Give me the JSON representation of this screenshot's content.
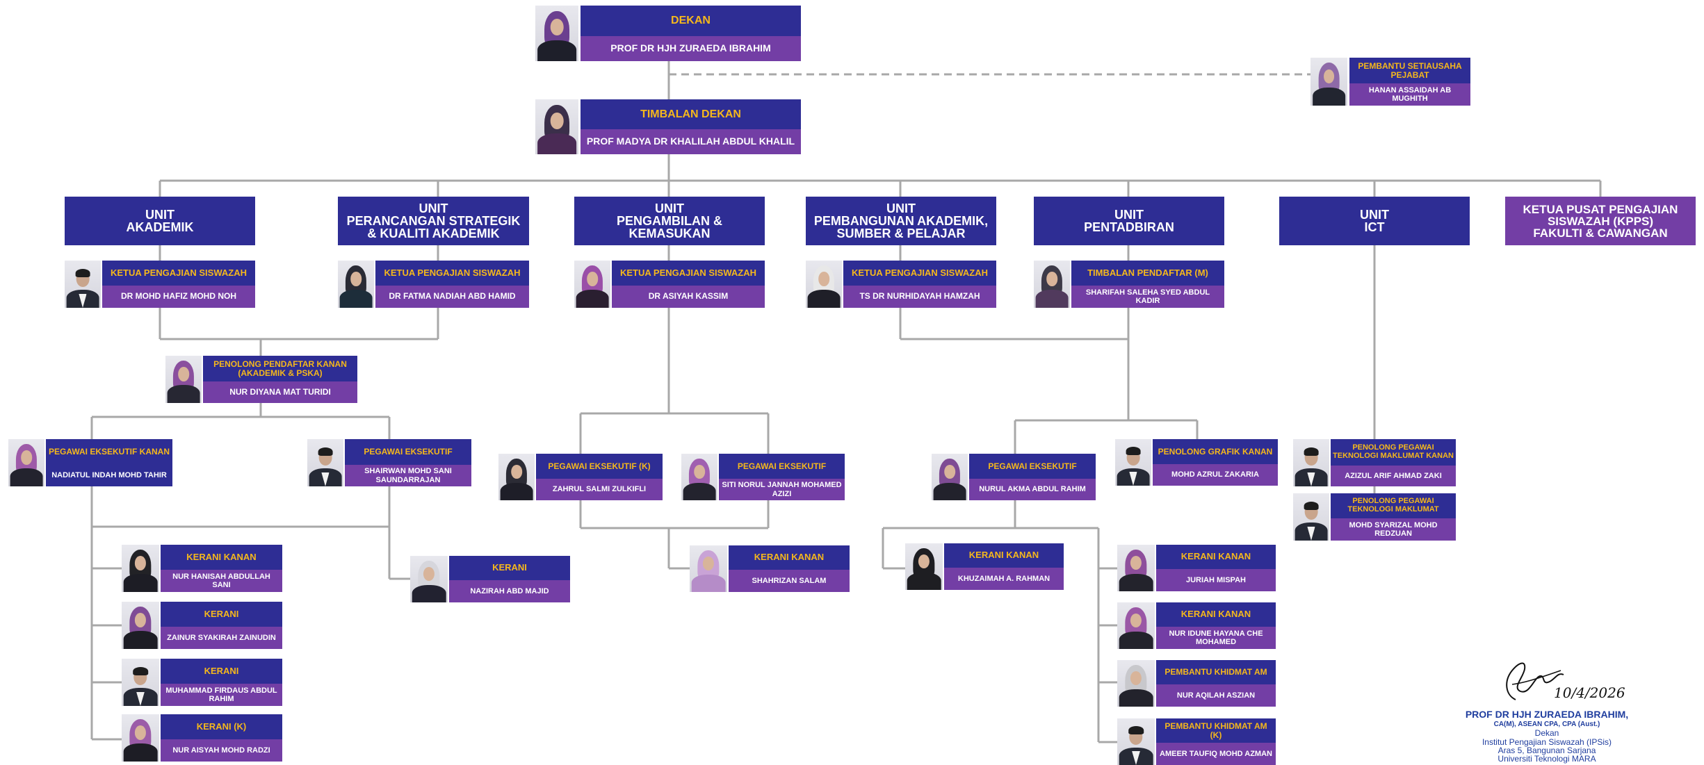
{
  "colors": {
    "header_bg": "#2e2d94",
    "title_text": "#f5b81c",
    "name_bg": "#733ea5",
    "name_text": "#ffffff",
    "line": "#a8a8a8"
  },
  "dekan": {
    "title": "DEKAN",
    "name": "PROF DR HJH ZURAEDA IBRAHIM"
  },
  "timbalan_dekan": {
    "title": "TIMBALAN DEKAN",
    "name": "PROF MADYA DR KHALILAH ABDUL KHALIL"
  },
  "pembantu_setiausaha": {
    "title": "PEMBANTU SETIAUSAHA PEJABAT",
    "name": "HANAN ASSAIDAH AB MUGHITH"
  },
  "units": {
    "akademik": {
      "l1": "UNIT",
      "l2": "AKADEMIK",
      "l3": ""
    },
    "perancangan": {
      "l1": "UNIT",
      "l2": "PERANCANGAN STRATEGIK",
      "l3": "& KUALITI AKADEMIK"
    },
    "pengambilan": {
      "l1": "UNIT",
      "l2": "PENGAMBILAN &",
      "l3": "KEMASUKAN"
    },
    "pembangunan": {
      "l1": "UNIT",
      "l2": "PEMBANGUNAN AKADEMIK,",
      "l3": "SUMBER & PELAJAR"
    },
    "pentadbiran": {
      "l1": "UNIT",
      "l2": "PENTADBIRAN",
      "l3": ""
    },
    "ict": {
      "l1": "UNIT",
      "l2": "ICT",
      "l3": ""
    },
    "kpps": {
      "l1": "KETUA PUSAT PENGAJIAN",
      "l2": "SISWAZAH (KPPS)",
      "l3": "FAKULTI & CAWANGAN"
    }
  },
  "staff": {
    "kps_akademik": {
      "title": "KETUA PENGAJIAN SISWAZAH",
      "name": "DR MOHD HAFIZ MOHD NOH"
    },
    "kps_perancangan": {
      "title": "KETUA PENGAJIAN SISWAZAH",
      "name": "DR FATMA NADIAH ABD HAMID"
    },
    "kps_pengambilan": {
      "title": "KETUA PENGAJIAN SISWAZAH",
      "name": "DR ASIYAH KASSIM"
    },
    "kps_pembangunan": {
      "title": "KETUA PENGAJIAN SISWAZAH",
      "name": "TS DR NURHIDAYAH HAMZAH"
    },
    "timbalan_pendaftar": {
      "title": "TIMBALAN PENDAFTAR (M)",
      "name": "SHARIFAH SALEHA SYED ABDUL KADIR"
    },
    "penolong_pendaftar": {
      "title": "PENOLONG PENDAFTAR KANAN (AKADEMIK & PSKA)",
      "name": "NUR DIYANA MAT TURIDI"
    },
    "pe_kanan_nadiatul": {
      "title": "PEGAWAI EKSEKUTIF KANAN",
      "name": "NADIATUL INDAH MOHD TAHIR"
    },
    "pe_shairwan": {
      "title": "PEGAWAI EKSEKUTIF",
      "name": "SHAIRWAN MOHD SANI SAUNDARRAJAN"
    },
    "pe_zahrul": {
      "title": "PEGAWAI EKSEKUTIF (K)",
      "name": "ZAHRUL SALMI ZULKIFLI"
    },
    "pe_siti": {
      "title": "PEGAWAI EKSEKUTIF",
      "name": "SITI NORUL JANNAH MOHAMED AZIZI"
    },
    "pe_nurul": {
      "title": "PEGAWAI EKSEKUTIF",
      "name": "NURUL AKMA ABDUL RAHIM"
    },
    "penolong_grafik": {
      "title": "PENOLONG GRAFIK KANAN",
      "name": "MOHD AZRUL ZAKARIA"
    },
    "ppt_kanan": {
      "title": "PENOLONG PEGAWAI TEKNOLOGI MAKLUMAT KANAN",
      "name": "AZIZUL ARIF AHMAD ZAKI"
    },
    "ppt": {
      "title": "PENOLONG PEGAWAI TEKNOLOGI MAKLUMAT",
      "name": "MOHD SYARIZAL MOHD REDZUAN"
    },
    "kerani_kanan_hanisah": {
      "title": "KERANI KANAN",
      "name": "NUR HANISAH ABDULLAH SANI"
    },
    "kerani_zainur": {
      "title": "KERANI",
      "name": "ZAINUR SYAKIRAH ZAINUDIN"
    },
    "kerani_firdaus": {
      "title": "KERANI",
      "name": "MUHAMMAD FIRDAUS ABDUL RAHIM"
    },
    "kerani_k_aisyah": {
      "title": "KERANI (K)",
      "name": "NUR AISYAH MOHD RADZI"
    },
    "kerani_nazirah": {
      "title": "KERANI",
      "name": "NAZIRAH ABD MAJID"
    },
    "kerani_kanan_shahrizan": {
      "title": "KERANI KANAN",
      "name": "SHAHRIZAN SALAM"
    },
    "kerani_kanan_khuzaimah": {
      "title": "KERANI KANAN",
      "name": "KHUZAIMAH A. RAHMAN"
    },
    "kerani_kanan_juriah": {
      "title": "KERANI KANAN",
      "name": "JURIAH MISPAH"
    },
    "kerani_kanan_nuridune": {
      "title": "KERANI KANAN",
      "name": "NUR IDUNE HAYANA CHE MOHAMED"
    },
    "pka_nuraqilah": {
      "title": "PEMBANTU KHIDMAT AM",
      "name": "NUR AQILAH ASZIAN"
    },
    "pka_k_ameer": {
      "title": "PEMBANTU KHIDMAT AM (K)",
      "name": "AMEER TAUFIQ MOHD AZMAN"
    }
  },
  "signature": {
    "date": "10/4/2026",
    "name": "PROF DR HJH ZURAEDA IBRAHIM,",
    "qualifications": "CA(M), ASEAN CPA, CPA (Aust.)",
    "position": "Dekan",
    "institute": "Institut Pengajian Siswazah (IPSis)",
    "address": "Aras 5, Bangunan Sarjana",
    "university": "Universiti Teknologi MARA"
  }
}
